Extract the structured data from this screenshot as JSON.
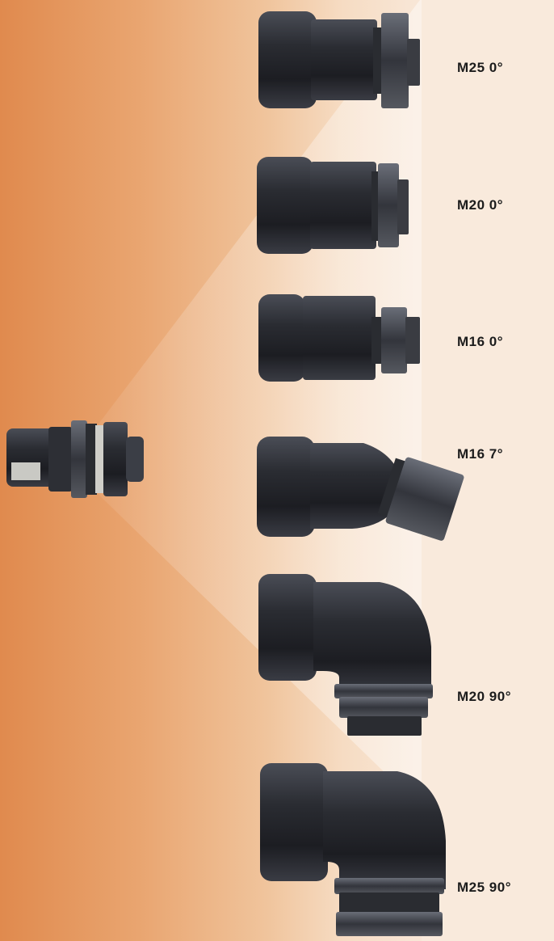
{
  "items": [
    {
      "name": "fitting-m25-0",
      "label": "M25  0°"
    },
    {
      "name": "fitting-m20-0",
      "label": "M20  0°"
    },
    {
      "name": "fitting-m16-0",
      "label": "M16  0°"
    },
    {
      "name": "fitting-m16-7",
      "label": "M16  7°"
    },
    {
      "name": "fitting-m20-90",
      "label": "M20  90°"
    },
    {
      "name": "fitting-m25-90",
      "label": "M25  90°"
    }
  ],
  "colors": {
    "background_left": "#e08a4e",
    "background_right": "#f8e6d6",
    "fitting_body": "#2b2d33",
    "fitting_highlight": "#5b5f69",
    "label_text": "#1c1c1c"
  }
}
